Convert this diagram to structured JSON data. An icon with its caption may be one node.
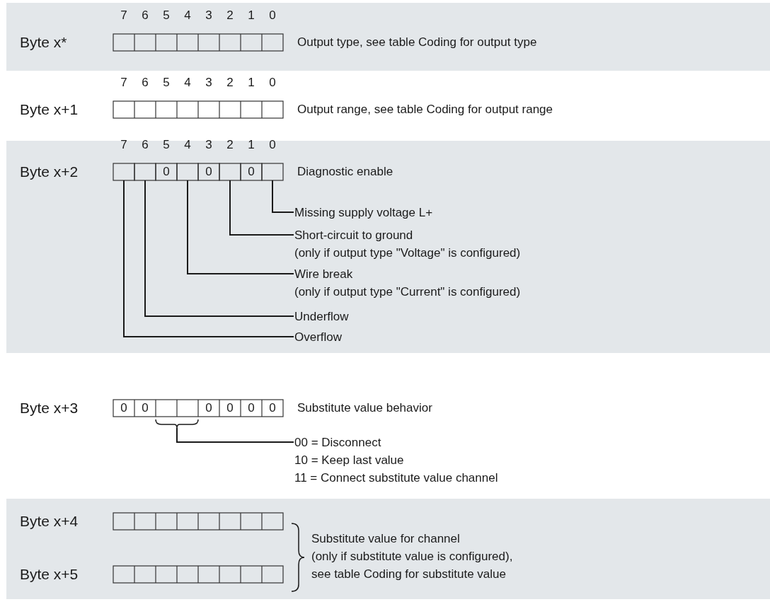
{
  "diagram": {
    "nodes": [
      {
        "text": [],
        "shape": "box"
      },
      {
        "text": [],
        "shape": "box"
      },
      {
        "text": [],
        "shape": "box"
      },
      {
        "text": [],
        "shape": "box"
      },
      {
        "text": [],
        "shape": "box"
      },
      {
        "text": [
          "Missing supply voltage L+"
        ]
      },
      {
        "text": [
          "Short-circuit to ground",
          "(only if output type \"Voltage\" is configured)"
        ]
      },
      {
        "text": [
          "Wire break",
          "(only if output type \"Current\" is configured)"
        ]
      },
      {
        "text": [
          "Underflow"
        ]
      },
      {
        "text": [
          "Overflow"
        ]
      },
      {
        "text": [],
        "shape": "bracket"
      },
      {
        "text": [
          "00 = Disconnect",
          "10 = Keep last value",
          "11 = Connect substitute value channel"
        ]
      }
    ],
    "edges": [
      {
        "from": 5,
        "to": 4,
        "arrow": "none"
      },
      {
        "from": 6,
        "to": 3,
        "arrow": "none"
      },
      {
        "from": 7,
        "to": 2,
        "arrow": "none"
      },
      {
        "from": 8,
        "to": 1,
        "arrow": "none"
      },
      {
        "from": 9,
        "to": 0,
        "arrow": "none"
      },
      {
        "from": 11,
        "to": 10,
        "arrow": "none"
      }
    ],
    "labels": [
      "7",
      "6",
      "5",
      "4",
      "3",
      "2",
      "1",
      "0",
      "Byte x*",
      "Output type, see table Coding for output type",
      "7",
      "6",
      "5",
      "4",
      "3",
      "2",
      "1",
      "0",
      "Byte x+1",
      "Output range, see table Coding for output range",
      "7",
      "6",
      "5",
      "4",
      "3",
      "2",
      "1",
      "0",
      "Byte x+2",
      "0",
      "0",
      "0",
      "Diagnostic enable",
      "Byte x+3",
      "0",
      "0",
      "0",
      "0",
      "0",
      "0",
      "Substitute value behavior",
      "Byte x+4",
      "Substitute value for channel",
      "(only if substitute value is configured),",
      "Byte x+5",
      "see table Coding for substitute value"
    ]
  }
}
